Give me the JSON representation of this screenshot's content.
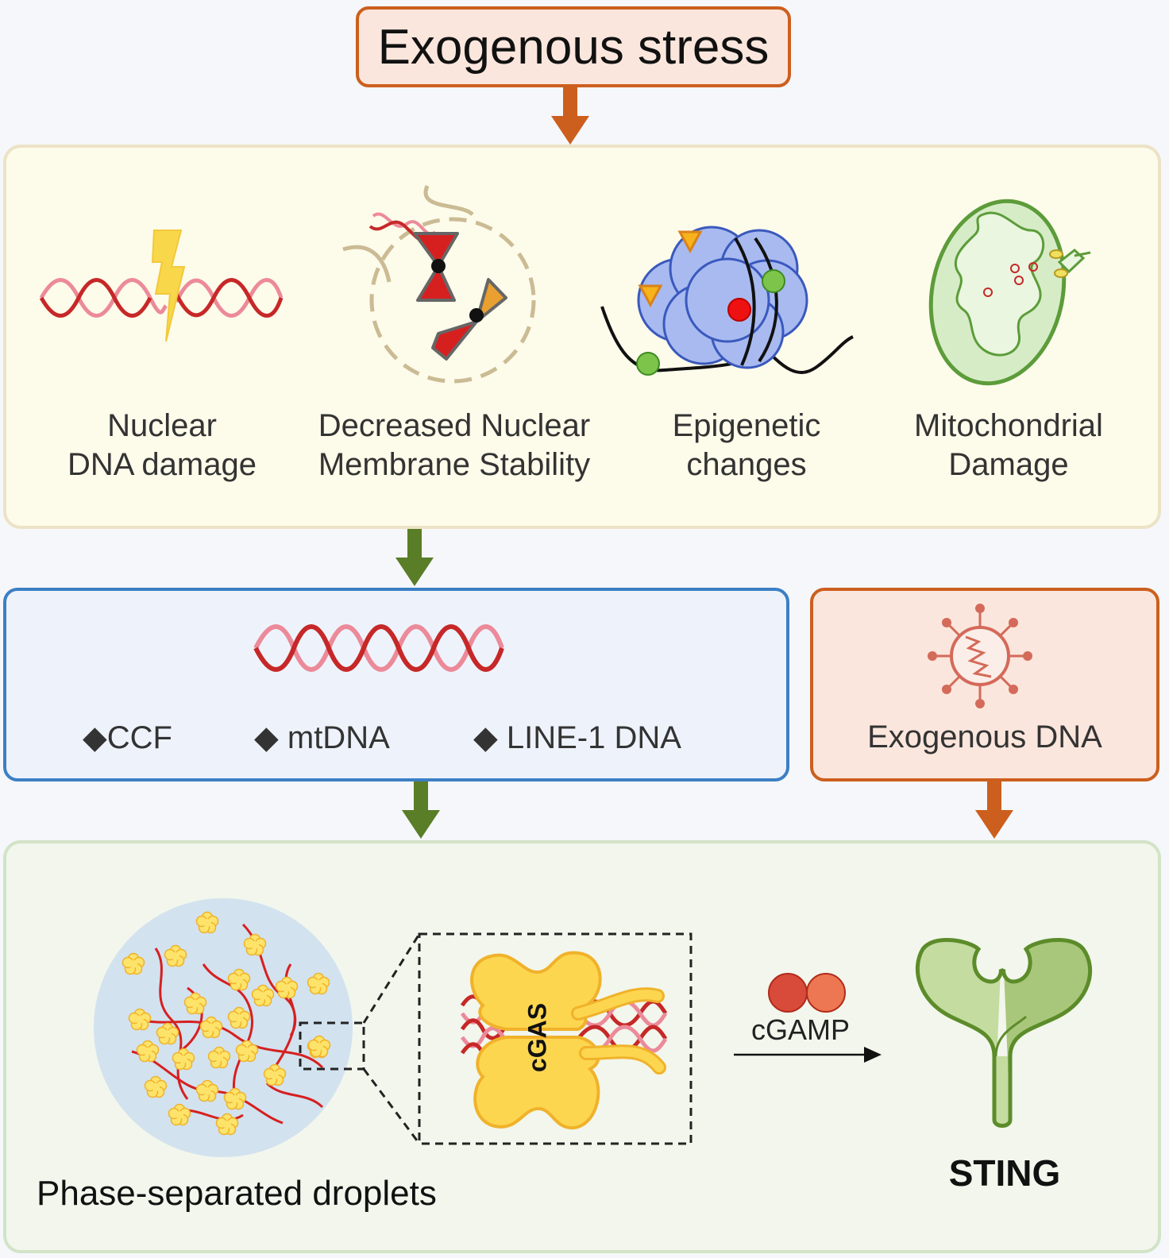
{
  "title": "Exogenous stress",
  "stress_items": [
    {
      "label": "Nuclear\nDNA damage",
      "icon": "dna-lightning-icon"
    },
    {
      "label": "Decreased Nuclear\nMembrane Stability",
      "icon": "chromosome-nucleus-icon"
    },
    {
      "label": "Epigenetic\nchanges",
      "icon": "nucleosome-icon"
    },
    {
      "label": "Mitochondrial\nDamage",
      "icon": "mitochondrion-icon"
    }
  ],
  "dna_sources": [
    "◆CCF",
    "◆ mtDNA",
    "◆ LINE-1 DNA"
  ],
  "exogenous_dna": {
    "label": "Exogenous DNA",
    "icon": "virus-icon"
  },
  "cgas_label": "cGAS",
  "cgamp_label": "cGAMP",
  "sting_label": "STING",
  "droplets_label": "Phase-separated droplets",
  "colors": {
    "orange_accent": "#cc5f1e",
    "green_arrow": "#5a7d27",
    "blue_border": "#3c7fc4",
    "dna_dark": "#c62828",
    "dna_light": "#ec8a9a",
    "cgas_yellow": "#ffd84d",
    "sting_green": "#a9c77a"
  }
}
